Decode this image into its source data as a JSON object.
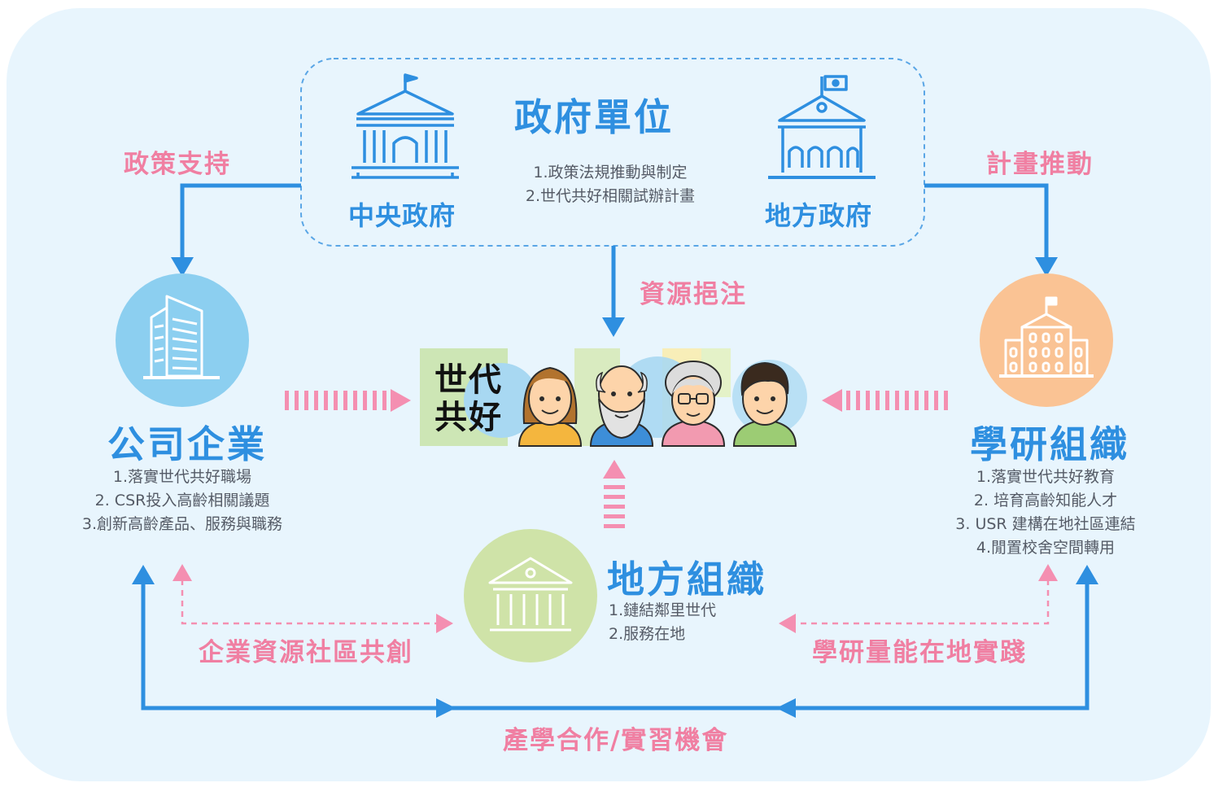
{
  "colors": {
    "background": "#e8f5fd",
    "blue": "#2e8fe0",
    "pink": "#f07fa2",
    "text": "#555b66",
    "company_circle": "#8ccff0",
    "academia_circle": "#fac394",
    "local_circle": "#cfe3a8"
  },
  "government": {
    "title": "政府單位",
    "central_label": "中央政府",
    "local_label": "地方政府",
    "central_icon": "capitol-building-icon",
    "local_icon": "government-building-icon",
    "items": [
      "1.政策法規推動與制定",
      "2.世代共好相關試辦計畫"
    ]
  },
  "arrows": {
    "policy_support": "政策支持",
    "project_promotion": "計畫推動",
    "resource_input": "資源挹注",
    "corporate_co_creation": "企業資源社區共創",
    "academic_practice": "學研量能在地實踐",
    "industry_cooperation": "產學合作/實習機會"
  },
  "company": {
    "title": "公司企業",
    "icon": "office-building-icon",
    "items": [
      "1.落實世代共好職場",
      "2. CSR投入高齡相關議題",
      "3.創新高齡產品、服務與職務"
    ]
  },
  "academia": {
    "title": "學研組織",
    "icon": "school-building-icon",
    "items": [
      "1.落實世代共好教育",
      "2. 培育高齡知能人才",
      "3. USR 建構在地社區連結",
      "4.閒置校舍空間轉用"
    ]
  },
  "local_org": {
    "title": "地方組織",
    "icon": "temple-building-icon",
    "items": [
      "1.鏈結鄰里世代",
      "2.服務在地"
    ]
  },
  "logo": {
    "line1": "世代",
    "line2": "共好",
    "people_icons": [
      "young-woman-icon",
      "bearded-old-man-icon",
      "old-woman-glasses-icon",
      "young-man-icon"
    ]
  }
}
